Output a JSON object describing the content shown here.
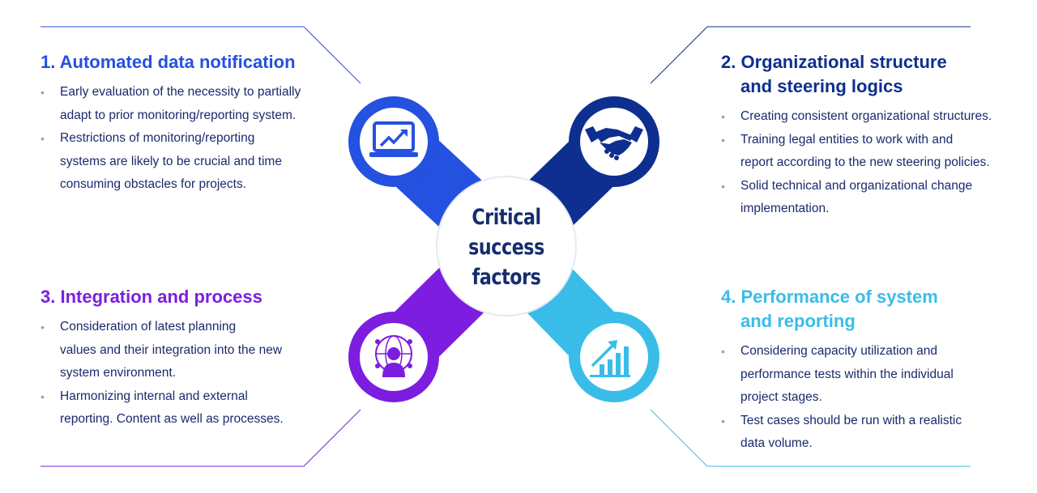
{
  "colors": {
    "s1": "#2451e0",
    "s2": "#0e2f8f",
    "s3": "#7c1de0",
    "s4": "#39bde8",
    "text": "#1a2a6c",
    "center_text": "#162d6e"
  },
  "center": {
    "lines": [
      "Critical",
      "success",
      "factors"
    ]
  },
  "sections": [
    {
      "id": "s1",
      "heading_lines": [
        "1. Automated data notification"
      ],
      "icon": "laptop-chart-icon",
      "bullets": [
        [
          "Early evaluation of the necessity to partially",
          "adapt to prior monitoring/reporting system."
        ],
        [
          "Restrictions of monitoring/reporting",
          "systems are likely to be crucial and time",
          "consuming obstacles for projects."
        ]
      ]
    },
    {
      "id": "s2",
      "heading_lines": [
        "2. Organizational structure",
        "and steering logics"
      ],
      "icon": "handshake-icon",
      "bullets": [
        [
          "Creating consistent organizational structures."
        ],
        [
          "Training legal entities to work with and",
          "report according to the new steering policies."
        ],
        [
          "Solid technical and organizational change",
          "implementation."
        ]
      ]
    },
    {
      "id": "s3",
      "heading_lines": [
        "3. Integration and process"
      ],
      "icon": "person-network-icon",
      "bullets": [
        [
          "Consideration of latest planning",
          "values and their integration into the new",
          "system environment."
        ],
        [
          "Harmonizing internal and external",
          "reporting. Content as well as processes."
        ]
      ]
    },
    {
      "id": "s4",
      "heading_lines": [
        "4. Performance of system",
        "and reporting"
      ],
      "icon": "growth-chart-icon",
      "bullets": [
        [
          "Considering capacity utilization and",
          "performance tests within the individual",
          "project stages."
        ],
        [
          "Test cases should be run with a realistic",
          "data volume."
        ]
      ]
    }
  ]
}
